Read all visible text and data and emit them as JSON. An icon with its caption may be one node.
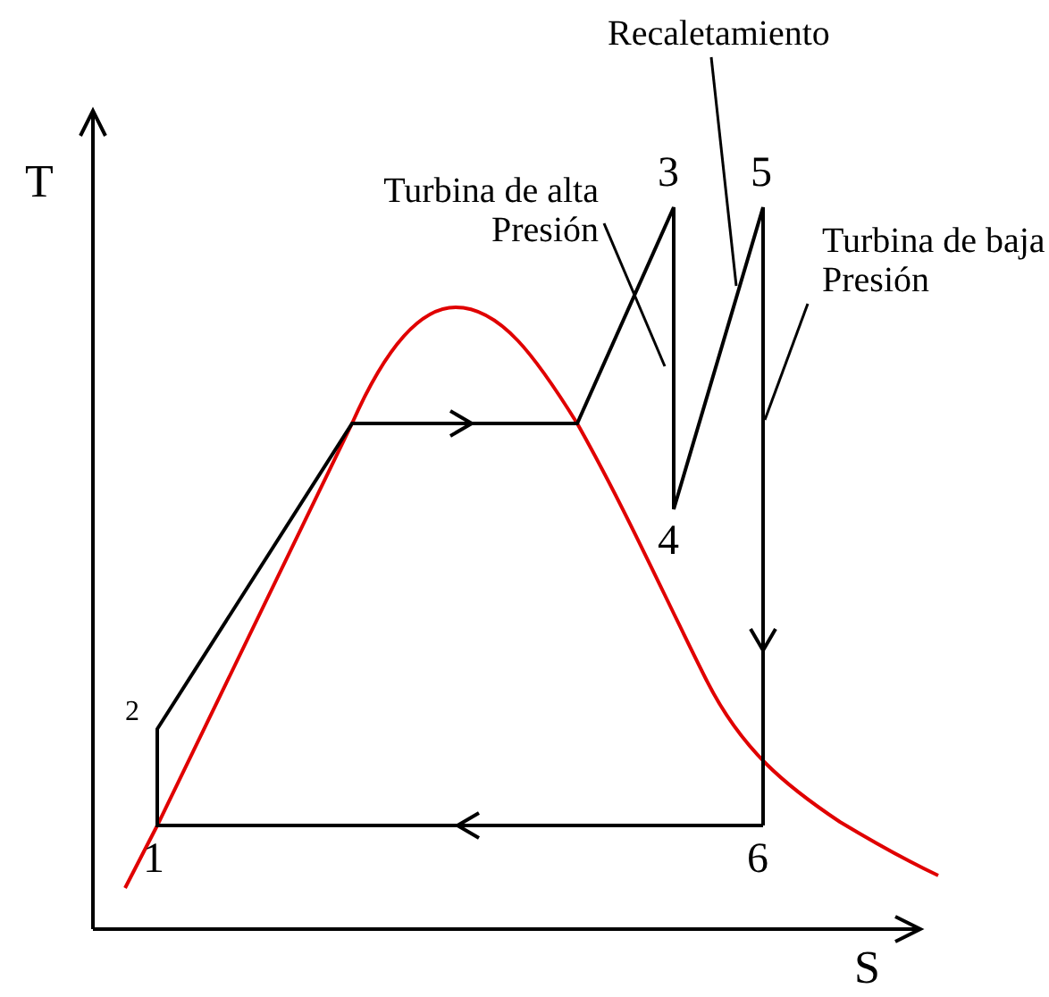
{
  "diagram": {
    "nodes": [
      {
        "text": [
          "Turbina de alta Presión"
        ]
      },
      {
        "text": [
          "Recaletamiento"
        ]
      },
      {
        "text": [
          "Turbina de baja Presión"
        ]
      }
    ],
    "edges": [
      {
        "from": 0,
        "to": null,
        "arrow": "none"
      },
      {
        "from": 1,
        "to": null,
        "arrow": "none"
      },
      {
        "from": 2,
        "to": null,
        "arrow": "none"
      }
    ],
    "labels": [
      "T",
      "3",
      "5",
      "4",
      "2",
      "1",
      "6",
      "S"
    ]
  }
}
